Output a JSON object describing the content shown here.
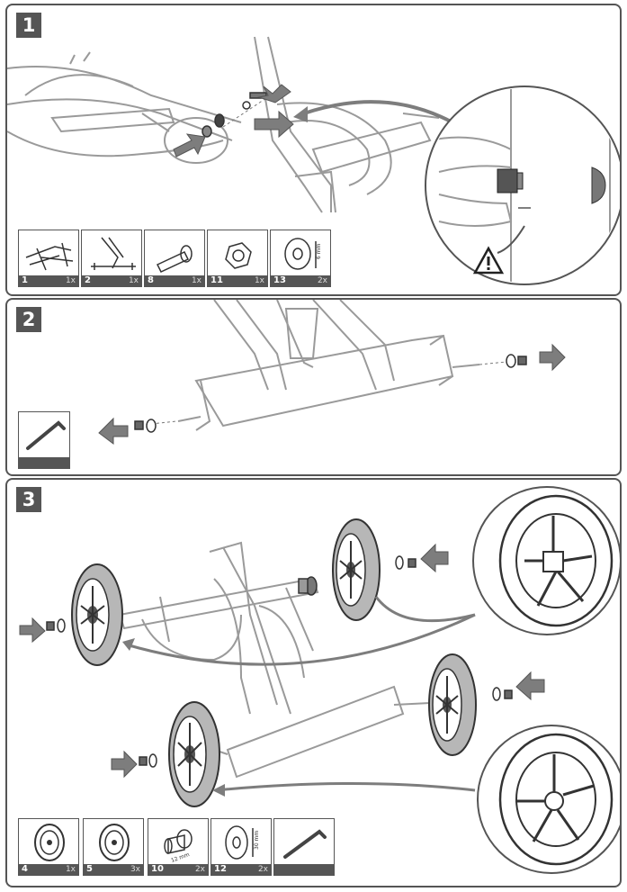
{
  "steps": [
    {
      "number": "1",
      "parts": [
        {
          "id": "1",
          "qty": "1x",
          "icon": "frame-front-icon"
        },
        {
          "id": "2",
          "qty": "1x",
          "icon": "frame-rear-icon"
        },
        {
          "id": "8",
          "qty": "1x",
          "icon": "axle-pin-icon"
        },
        {
          "id": "11",
          "qty": "1x",
          "icon": "hex-nut-icon"
        },
        {
          "id": "13",
          "qty": "2x",
          "icon": "washer-icon",
          "dimension": "6 mm"
        }
      ],
      "warning_icon": "warning-triangle-icon"
    },
    {
      "number": "2",
      "tool": {
        "icon": "allen-key-icon"
      }
    },
    {
      "number": "3",
      "parts": [
        {
          "id": "4",
          "qty": "1x",
          "icon": "wheel-icon"
        },
        {
          "id": "5",
          "qty": "3x",
          "icon": "wheel-icon"
        },
        {
          "id": "10",
          "qty": "2x",
          "icon": "axle-cap-icon",
          "dimension": "12 mm"
        },
        {
          "id": "12",
          "qty": "2x",
          "icon": "washer-icon",
          "dimension": "30 mm"
        },
        {
          "id": "",
          "qty": "",
          "icon": "allen-key-icon"
        }
      ]
    }
  ],
  "colors": {
    "line": "#555555",
    "light_line": "#9a9a9a",
    "wheel": "#b7b7b7",
    "arrow": "#7d7d7d"
  }
}
